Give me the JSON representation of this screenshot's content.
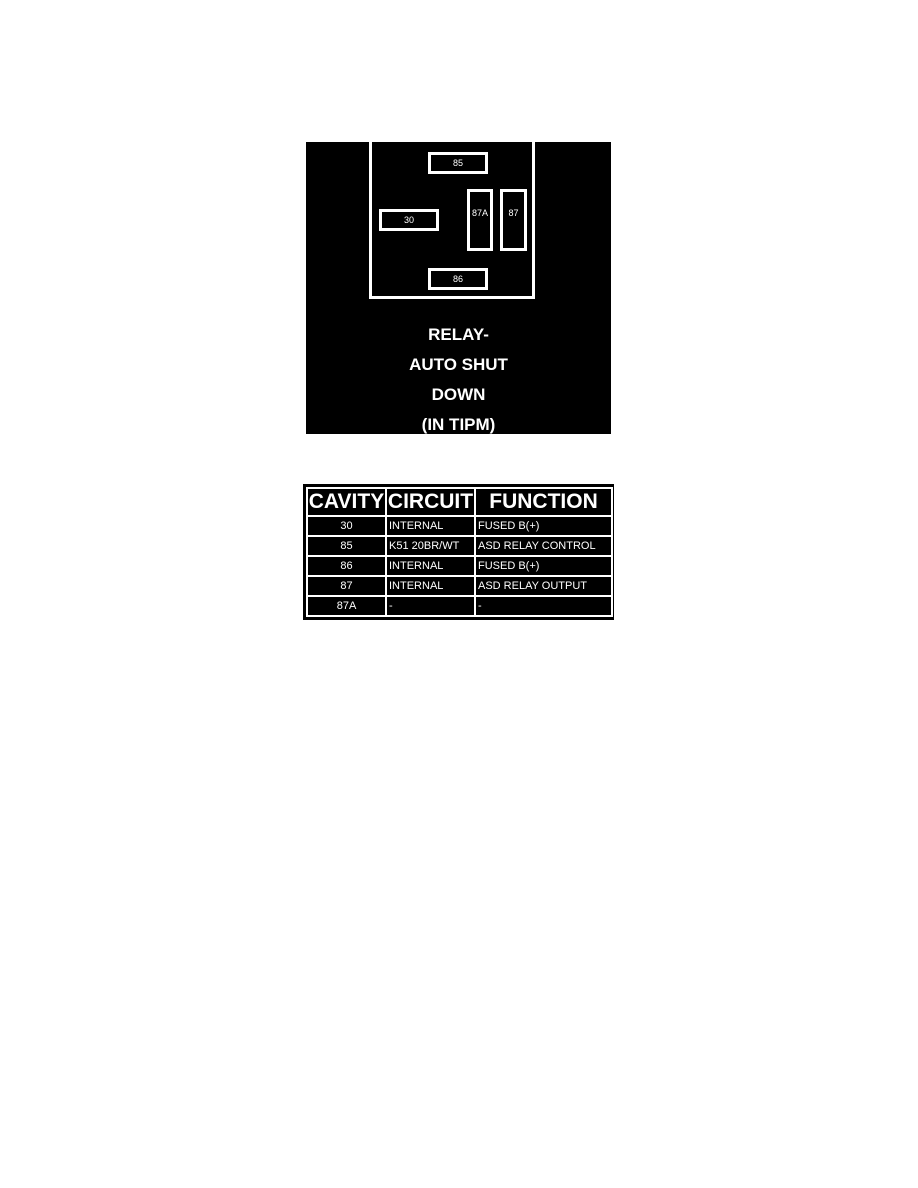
{
  "relay": {
    "terminals": {
      "t85": "85",
      "t30": "30",
      "t87a": "87A",
      "t87": "87",
      "t86": "86"
    },
    "caption": [
      "RELAY-",
      "AUTO SHUT",
      "DOWN",
      "(IN TIPM)"
    ]
  },
  "cavity_table": {
    "headers": [
      "CAVITY",
      "CIRCUIT",
      "FUNCTION"
    ],
    "rows": [
      [
        "30",
        "INTERNAL",
        "FUSED B(+)"
      ],
      [
        "85",
        "K51 20BR/WT",
        "ASD RELAY CONTROL"
      ],
      [
        "86",
        "INTERNAL",
        "FUSED B(+)"
      ],
      [
        "87",
        "INTERNAL",
        "ASD RELAY OUTPUT"
      ],
      [
        "87A",
        "-",
        "-"
      ]
    ]
  },
  "colors": {
    "background": "#000000",
    "foreground": "#ffffff",
    "page": "#ffffff"
  }
}
